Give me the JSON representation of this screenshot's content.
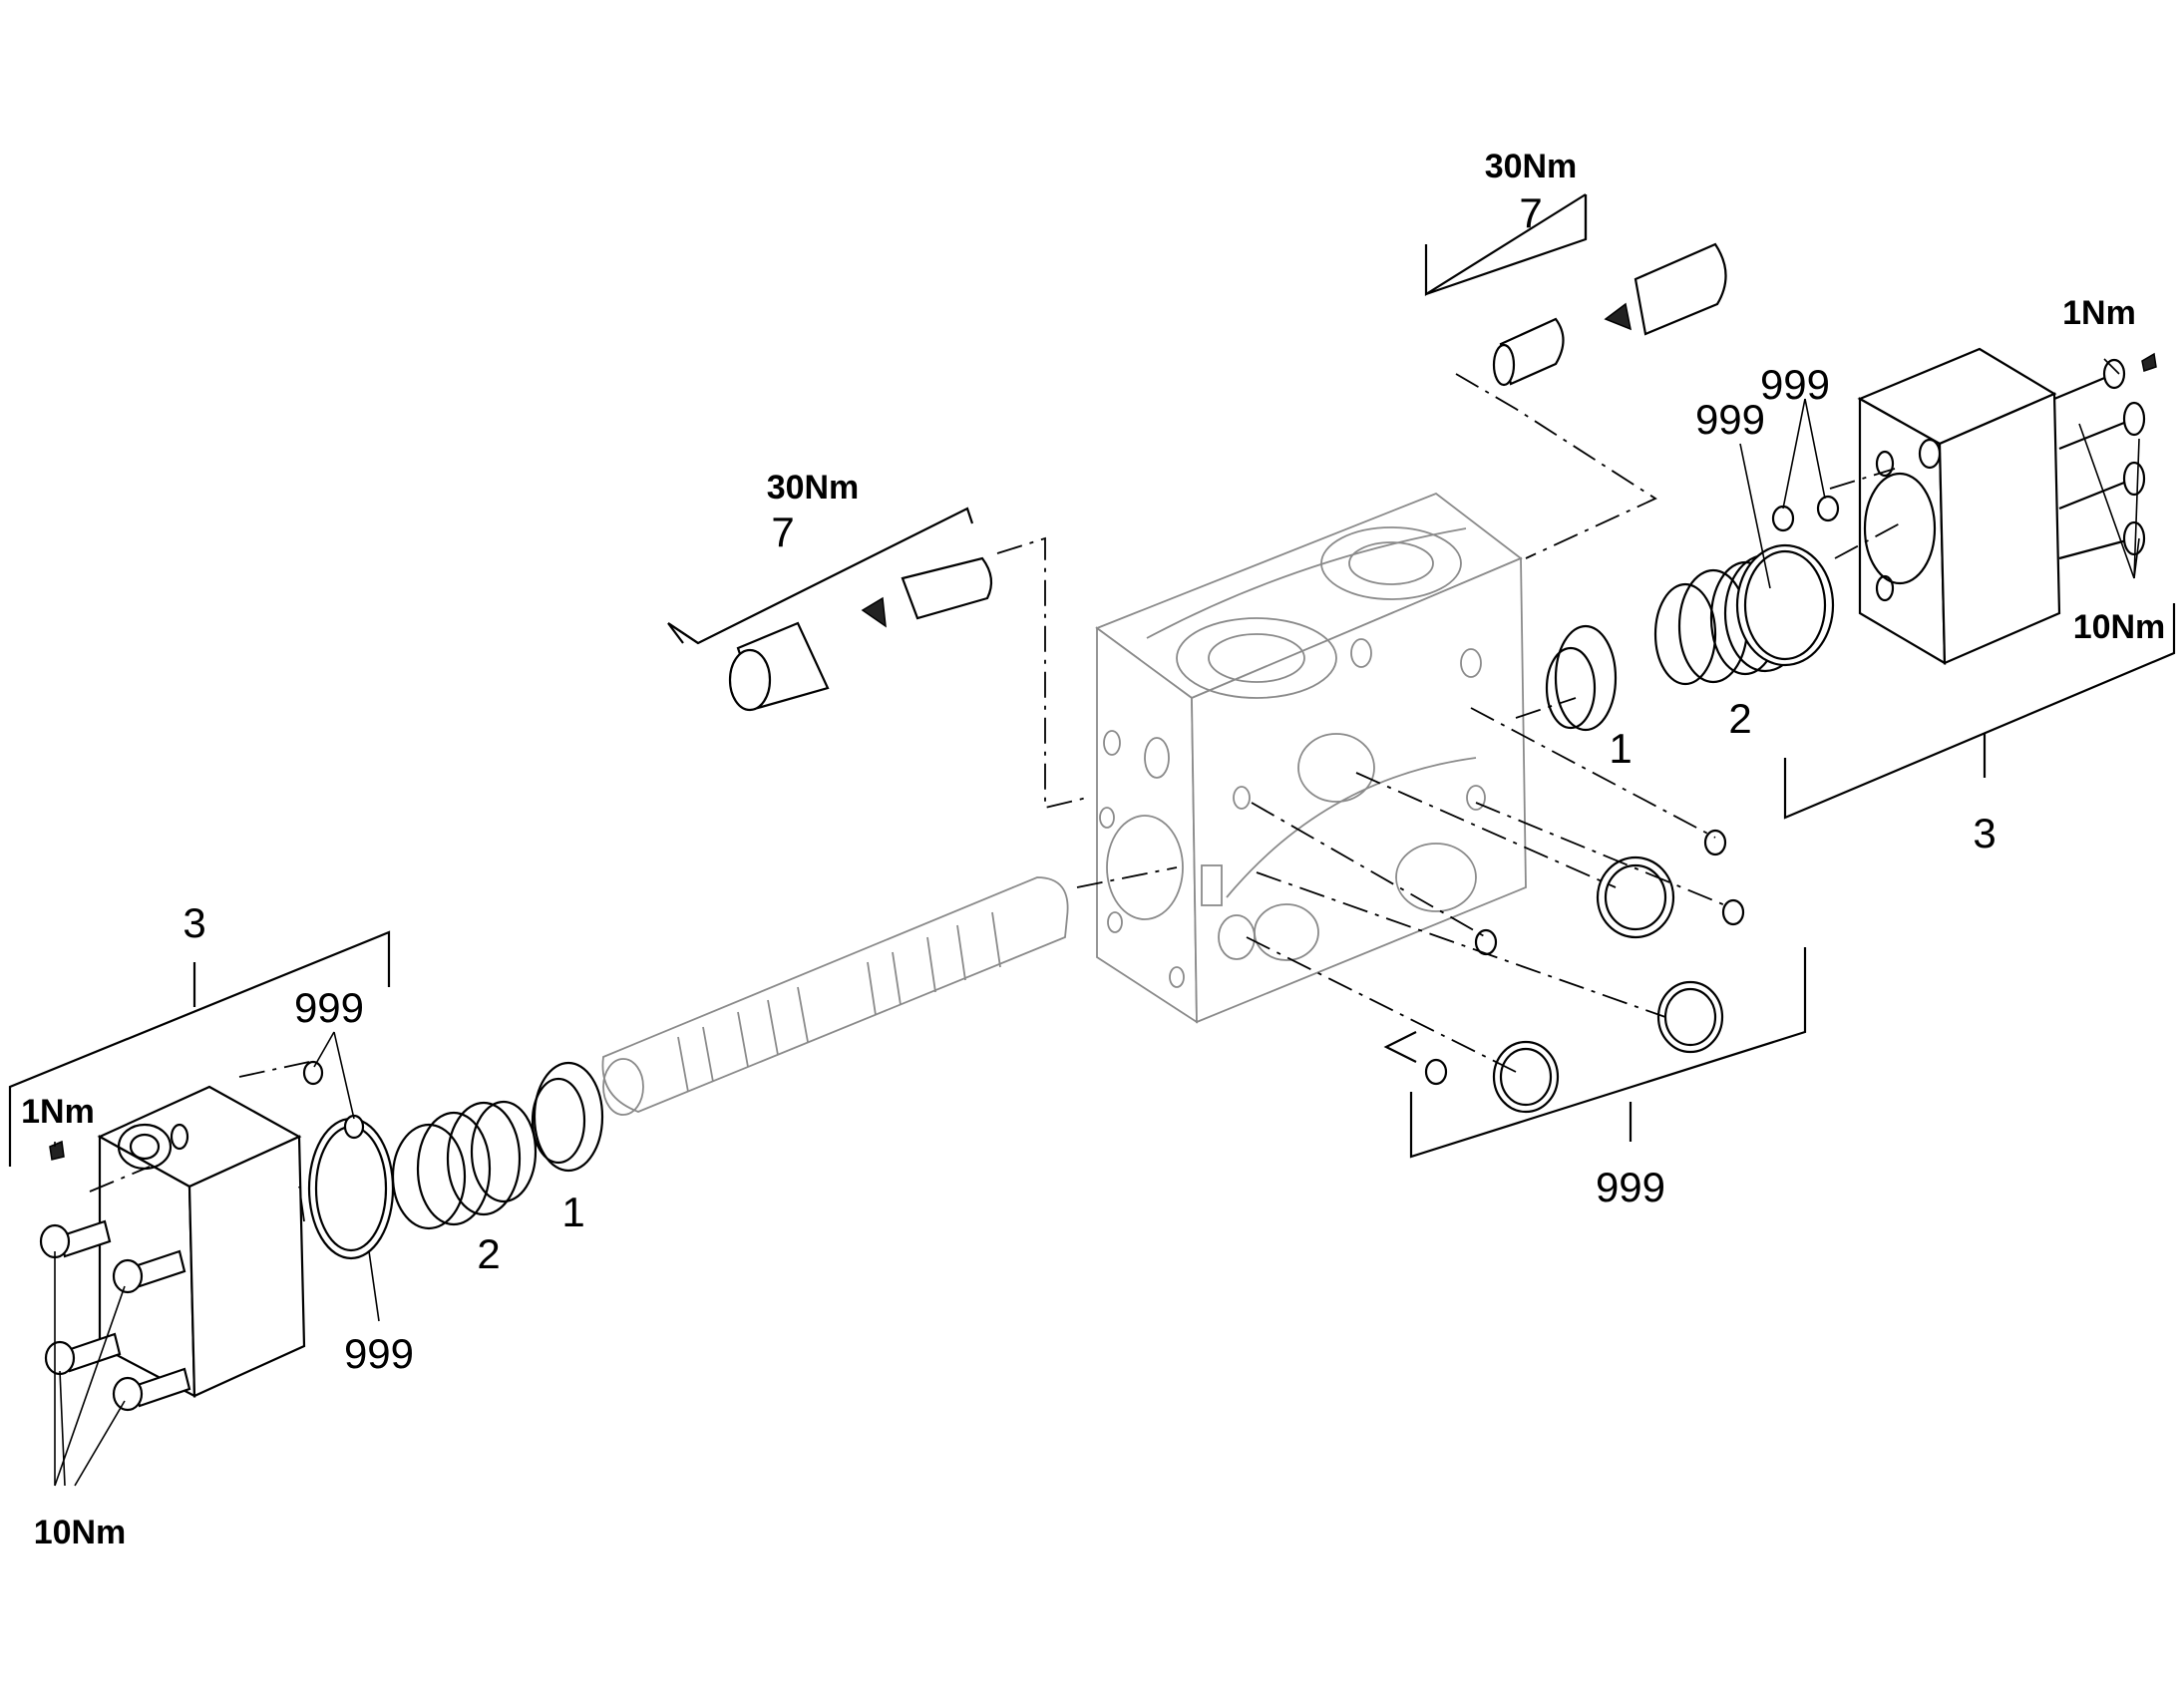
{
  "labels": {
    "top_torque": "30Nm",
    "top_item": "7",
    "mid_torque": "30Nm",
    "mid_item": "7",
    "right_screw_torque": "1Nm",
    "right_seal_a": "999",
    "right_seal_b": "999",
    "right_bolt_torque": "10Nm",
    "right_cover_item": "3",
    "right_spring_seat": "1",
    "right_spring": "2",
    "center_seals": "999",
    "left_cover_item": "3",
    "left_seal_small": "999",
    "left_screw_torque": "1Nm",
    "left_bolt_torque": "10Nm",
    "left_seal_large": "999",
    "left_spring": "2",
    "left_spring_seat": "1"
  },
  "colors": {
    "line": "#000000",
    "housing_line": "#8a8a8a",
    "background": "#ffffff"
  }
}
